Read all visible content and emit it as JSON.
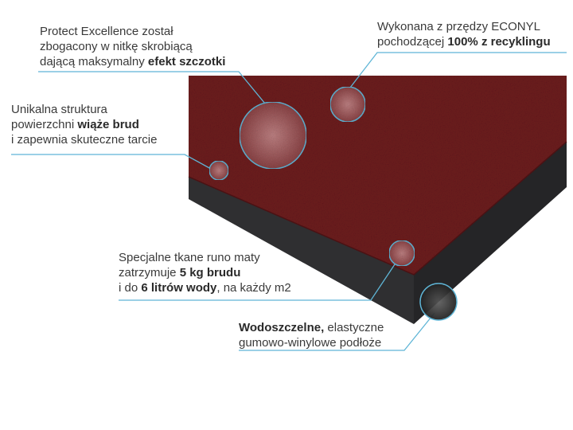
{
  "callouts": {
    "protect": {
      "line1": "Protect Excellence został",
      "line2": "zbogacony w nitkę skrobiącą",
      "line3_pre": "dającą maksymalny ",
      "line3_bold": "efekt szczotki"
    },
    "econyl": {
      "line1": "Wykonana z przędzy ECONYL",
      "line2_pre": "pochodzącej ",
      "line2_bold": "100% z recyklingu"
    },
    "struktura": {
      "line1": "Unikalna struktura",
      "line2_pre": "powierzchni ",
      "line2_bold": "wiąże brud",
      "line3": "i zapewnia skuteczne tarcie"
    },
    "runo": {
      "line1": "Specjalne tkane runo maty",
      "line2_pre": "zatrzymuje ",
      "line2_bold": "5 kg brudu",
      "line3_pre": "i do ",
      "line3_bold": "6 litrów wody",
      "line3_post": ", na każdy m2"
    },
    "wodo": {
      "line1_bold": "Wodoszczelne,",
      "line1_post": " elastyczne",
      "line2": "gumowo-winylowe podłoże"
    }
  },
  "colors": {
    "mat_surface": "#6e1d1f",
    "mat_base": "#2b2b2d",
    "leader": "#5fb5d6",
    "text": "#3a3a3a"
  }
}
